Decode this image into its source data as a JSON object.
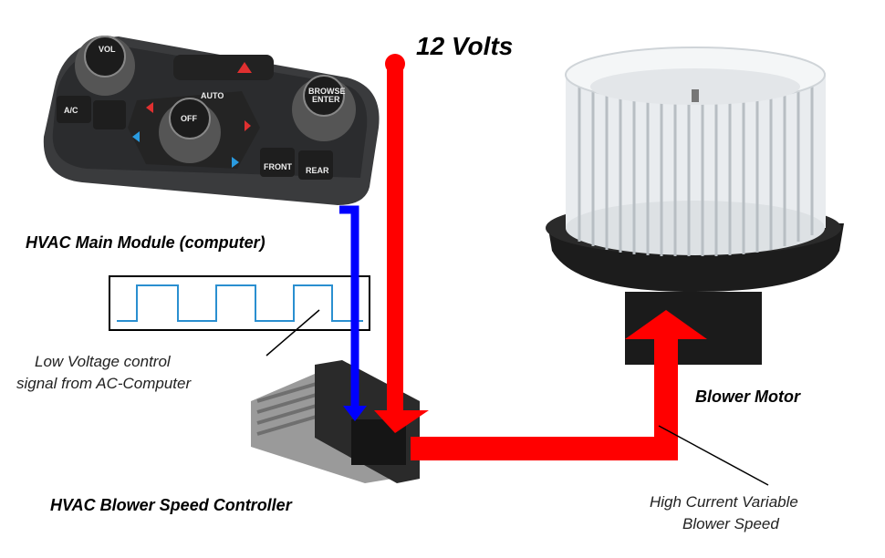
{
  "labels": {
    "voltage": "12 Volts",
    "main_module": "HVAC Main Module (computer)",
    "signal_line1": "Low Voltage control",
    "signal_line2": "signal from AC-Computer",
    "blower_motor": "Blower Motor",
    "controller": "HVAC Blower Speed Controller",
    "current_line1": "High Current Variable",
    "current_line2": "Blower Speed"
  },
  "panel_text": {
    "vol": "VOL",
    "ac": "A/C",
    "auto": "AUTO",
    "off": "OFF",
    "browse": "BROWSE",
    "enter": "ENTER",
    "front": "FRONT",
    "rear": "REAR"
  },
  "colors": {
    "power": "#ff0000",
    "signal": "#0000ff",
    "waveform": "#2a8fd0"
  }
}
